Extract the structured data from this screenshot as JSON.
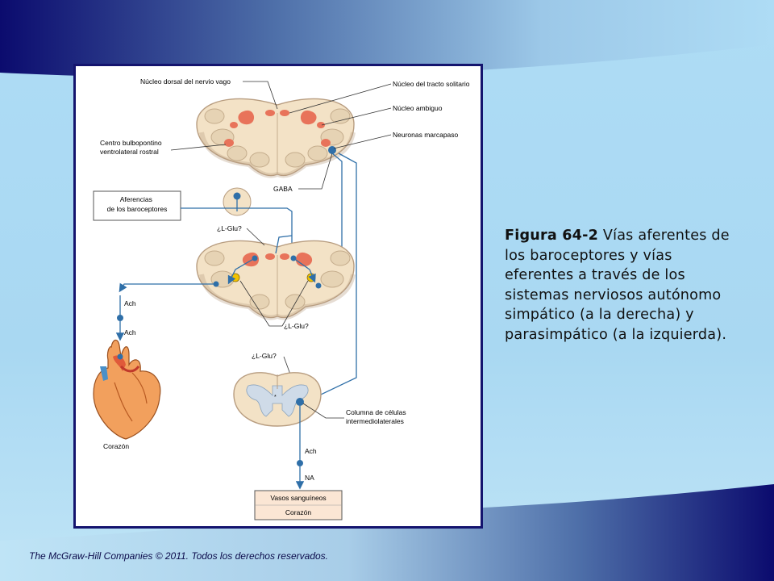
{
  "slide": {
    "caption_label": "Figura 64-2",
    "caption_text": " Vías aferentes de los baroceptores y vías eferentes a través de los sistemas nerviosos autónomo simpático (a la derecha) y parasimpático (a la izquierda).",
    "footer": "The McGraw-Hill Companies © 2011. Todos los derechos reservados."
  },
  "diagram": {
    "labels": {
      "nucleo_dorsal_vago": "Núcleo dorsal del nervio vago",
      "nucleo_tracto_solitario": "Núcleo del tracto solitario",
      "nucleo_ambiguo": "Núcleo ambiguo",
      "neuronas_marcapaso": "Neuronas marcapaso",
      "centro_line1": "Centro bulbopontino",
      "centro_line2": "ventrolateral rostral",
      "gaba": "GABA",
      "aferencias_line1": "Aferencias",
      "aferencias_line2": "de los baroceptores",
      "glu_top": "¿L-Glu?",
      "glu_mid": "¿L-Glu?",
      "glu_spinal": "¿L-Glu?",
      "ach_1": "Ach",
      "ach_2": "Ach",
      "ach_3": "Ach",
      "na": "NA",
      "corazon": "Corazón",
      "columna_line1": "Columna de células",
      "columna_line2": "intermediolaterales",
      "vasos": "Vasos sanguíneos",
      "corazon_box": "Corazón"
    },
    "colors": {
      "nucleus": "#e8735a",
      "brainstem": "#f3e2c6",
      "pathway": "#2f6fa8",
      "glutamate": "#f2c200",
      "box_fill": "#fbe6d4"
    }
  }
}
